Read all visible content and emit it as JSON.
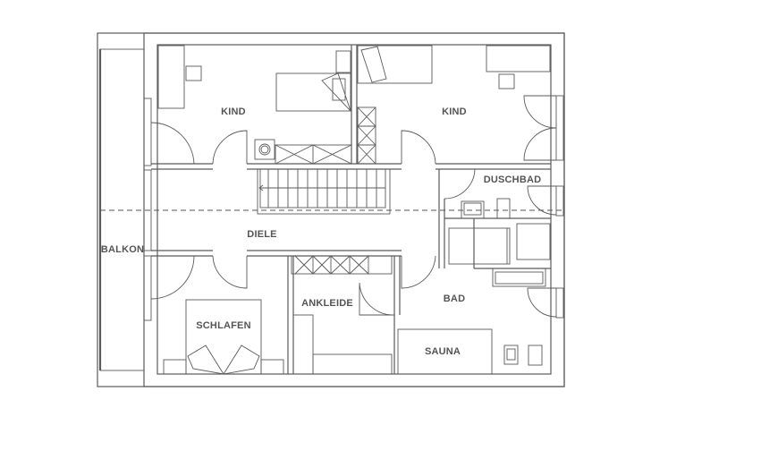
{
  "rooms": {
    "kind_left": "KIND",
    "kind_right": "KIND",
    "duschbad": "DUSCHBAD",
    "diele": "DIELE",
    "balkon": "BALKON",
    "bad": "BAD",
    "schlafen": "SCHLAFEN",
    "ankleide": "ANKLEIDE",
    "sauna": "SAUNA"
  },
  "colors": {
    "line": "#5a5a5a",
    "background": "#ffffff"
  }
}
